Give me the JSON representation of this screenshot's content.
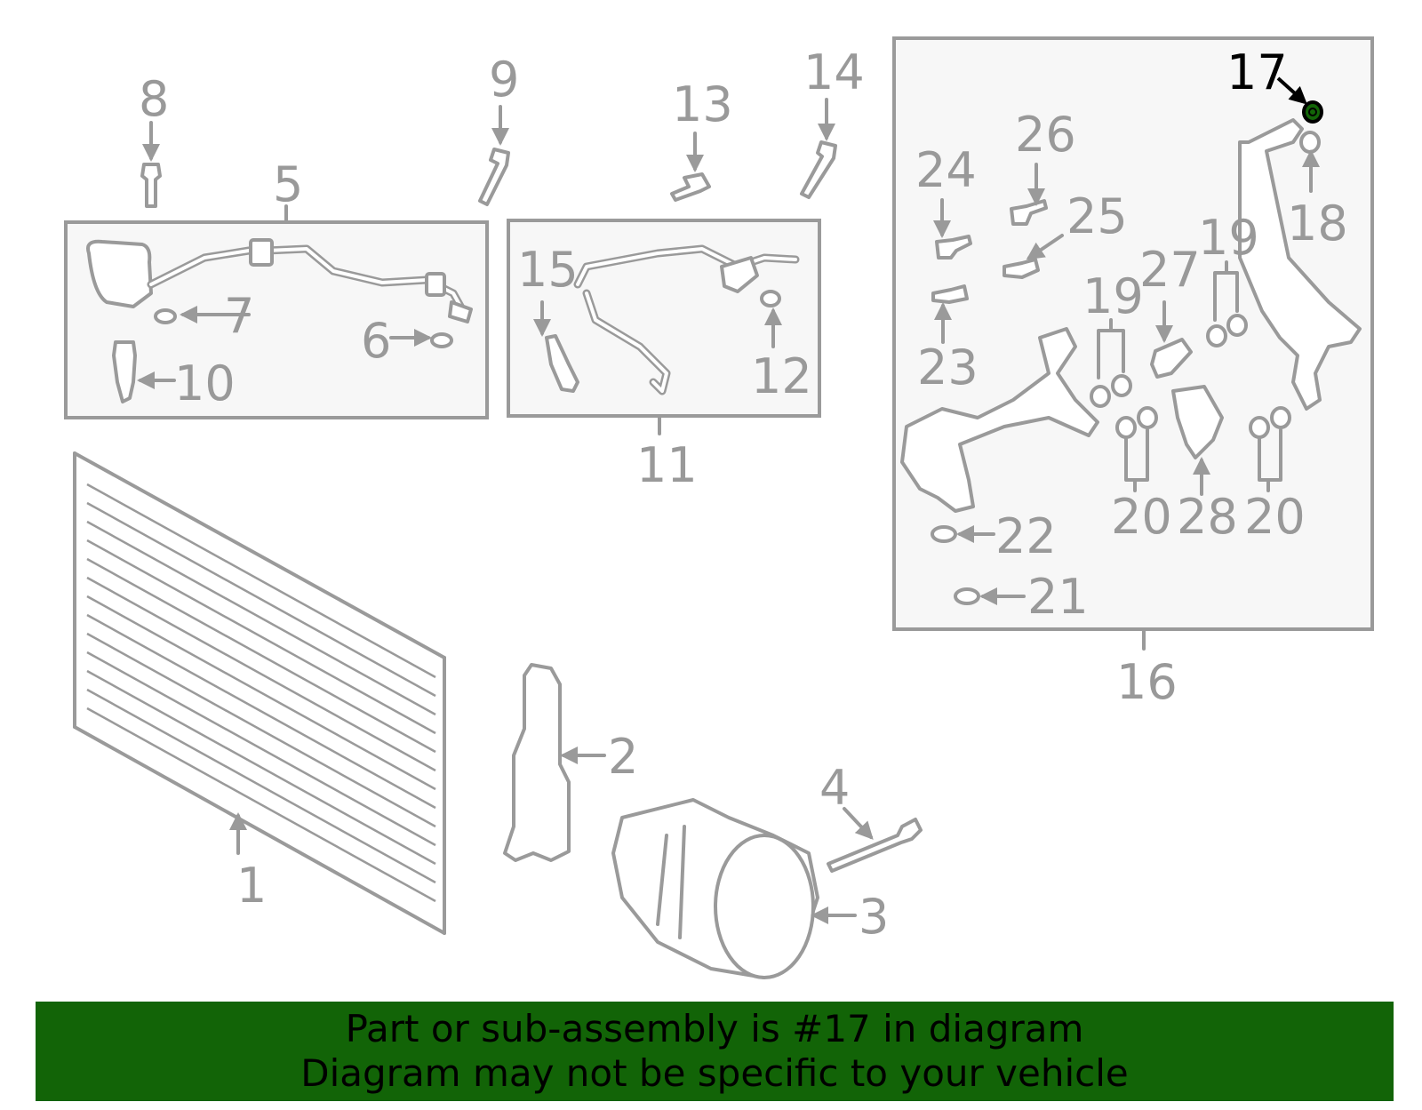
{
  "diagram": {
    "highlighted_part": "17",
    "highlight_color": "#126407",
    "line_color": "#9a9a9a",
    "labels": {
      "p1": "1",
      "p2": "2",
      "p3": "3",
      "p4": "4",
      "p5": "5",
      "p6": "6",
      "p7": "7",
      "p8": "8",
      "p9": "9",
      "p10": "10",
      "p11": "11",
      "p12": "12",
      "p13": "13",
      "p14": "14",
      "p15": "15",
      "p16": "16",
      "p17": "17",
      "p18": "18",
      "p19a": "19",
      "p19b": "19",
      "p20a": "20",
      "p20b": "20",
      "p21": "21",
      "p22": "22",
      "p23": "23",
      "p24": "24",
      "p25": "25",
      "p26": "26",
      "p27": "27",
      "p28": "28"
    }
  },
  "banner": {
    "line1": "Part or sub-assembly is #17 in diagram",
    "line2": "Diagram may not be specific to your vehicle",
    "background": "#126407"
  }
}
